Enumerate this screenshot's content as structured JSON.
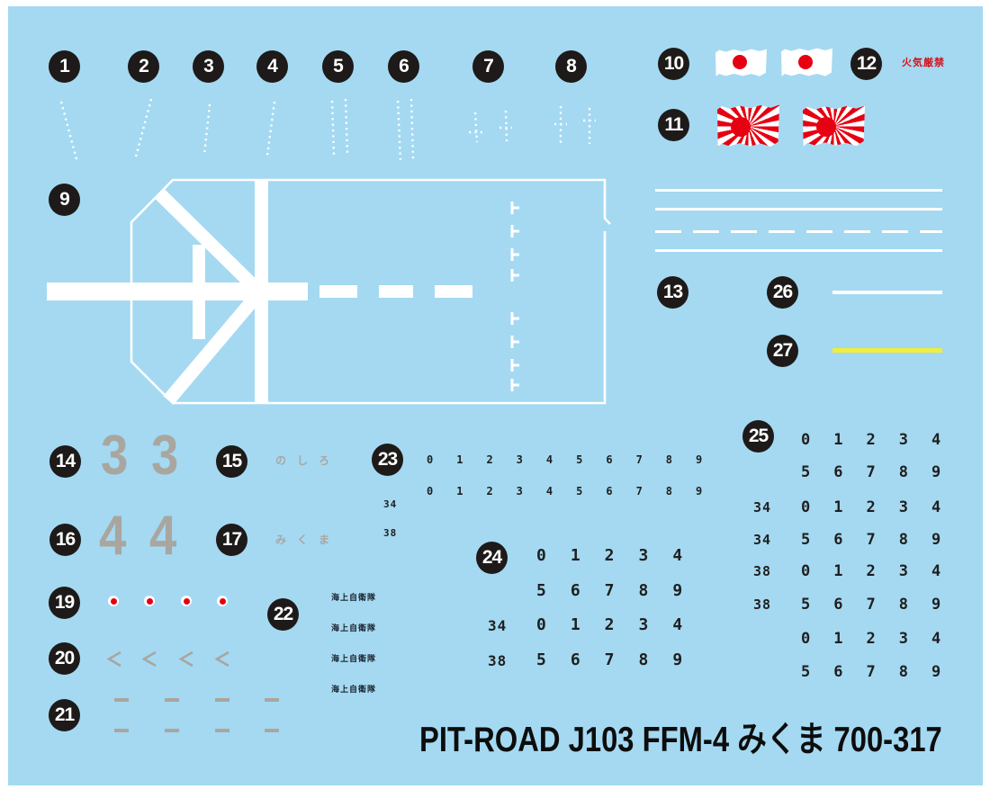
{
  "sheet": {
    "product_title": "PIT-ROAD J103 FFM-4 みくま 700-317"
  },
  "badges": {
    "b1": "1",
    "b2": "2",
    "b3": "3",
    "b4": "4",
    "b5": "5",
    "b6": "6",
    "b7": "7",
    "b8": "8",
    "b9": "9",
    "b10": "10",
    "b11": "11",
    "b12": "12",
    "b13": "13",
    "b14": "14",
    "b15": "15",
    "b16": "16",
    "b17": "17",
    "b19": "19",
    "b20": "20",
    "b21": "21",
    "b22": "22",
    "b23": "23",
    "b24": "24",
    "b25": "25",
    "b26": "26",
    "b27": "27"
  },
  "labels": {
    "hazard": "火気厳禁",
    "hull_33": "3 3",
    "hull_44": "4 4",
    "ship_name_noshiro": "のしろ",
    "ship_name_mikuma": "みくま",
    "jmsdf": "海上自衛隊"
  },
  "digit_decals": {
    "area23": {
      "row1": "0123456789",
      "row2": "0123456789",
      "label_34": "34",
      "label_38": "38"
    },
    "area24": {
      "row1": "01234",
      "row2": "56789",
      "row3": "01234",
      "row4": "56789",
      "label_34": "34",
      "label_38": "38"
    },
    "area25": {
      "row1": "01234",
      "row2": "56789",
      "row3": "01234",
      "row4": "56789",
      "row5": "01234",
      "row6": "56789",
      "row7": "01234",
      "row8": "56789",
      "label_row3": "34",
      "label_row4": "34",
      "label_row5": "38",
      "label_row6": "38"
    }
  },
  "icons": {
    "hinomaru_flag": "japan-national-flag",
    "rising_sun_flag": "jmsdf-naval-ensign",
    "helideck": "helicopter-deck-marking"
  },
  "colors": {
    "sheet_blue": "#a4d9f1",
    "badge_black": "#1d1a19",
    "decal_red": "#e60012",
    "decal_yellow": "#f0ee3a",
    "decal_gray": "#a9a6a0",
    "decal_white": "#ffffff"
  }
}
